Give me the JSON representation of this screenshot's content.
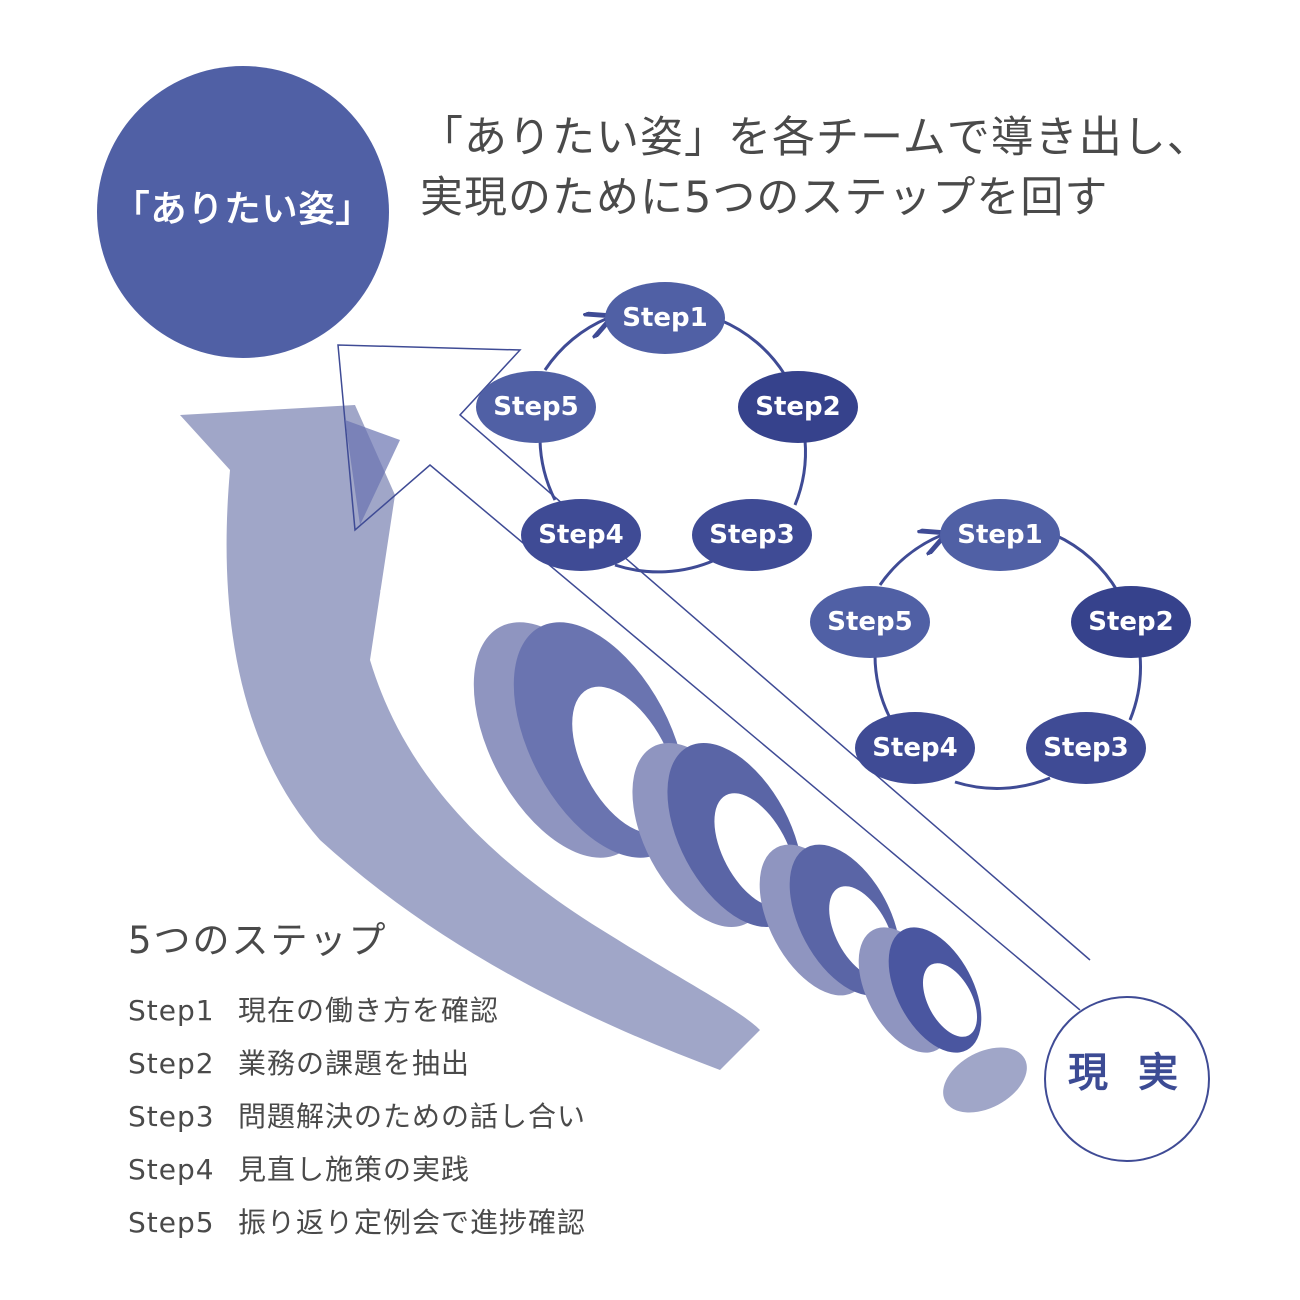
{
  "headline": {
    "line1": "「ありたい姿」を各チームで導き出し、",
    "line2": "実現のために5つのステップを回す"
  },
  "goal_label": "「ありたい姿」",
  "reality_label": "現 実",
  "cycle_a": [
    "Step1",
    "Step2",
    "Step3",
    "Step4",
    "Step5"
  ],
  "cycle_b": [
    "Step1",
    "Step2",
    "Step3",
    "Step4",
    "Step5"
  ],
  "legend": {
    "title": "5つのステップ",
    "items": [
      {
        "step": "Step1",
        "text": "現在の働き方を確認"
      },
      {
        "step": "Step2",
        "text": "業務の課題を抽出"
      },
      {
        "step": "Step3",
        "text": "問題解決のための話し合い"
      },
      {
        "step": "Step4",
        "text": "見直し施策の実践"
      },
      {
        "step": "Step5",
        "text": "振り返り定例会で進捗確認"
      }
    ]
  },
  "colors": {
    "navy": "#3f4b95",
    "node_light": "#5060a5",
    "node_dark": "#36428c",
    "arrow_light": "#a0a6c8",
    "ring_front": "#5a65a6",
    "ring_back": "#8f95c0",
    "text_gray": "#4a4a4a"
  }
}
